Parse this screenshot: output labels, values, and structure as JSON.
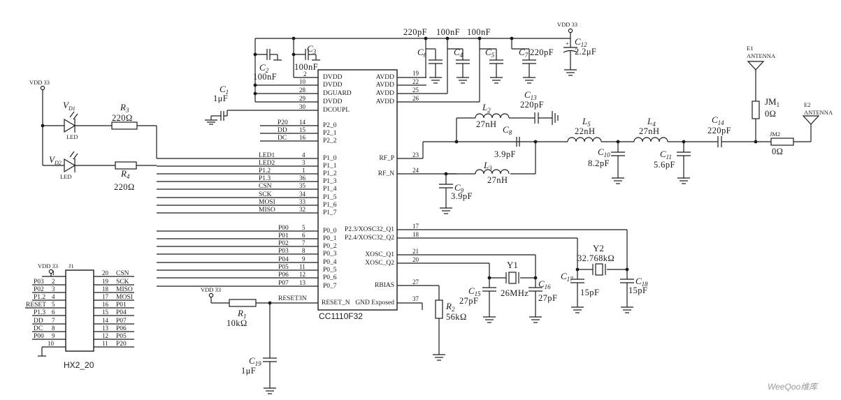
{
  "power": {
    "vdd_main": "VDD 33",
    "vdd_left": "VDD 33",
    "vdd_hdr": "VDD 33",
    "vdd_reset": "VDD 33"
  },
  "top_values": {
    "v1": "220pF",
    "v2": "100nF",
    "v3": "100nF"
  },
  "caps": {
    "c1": {
      "ref": "C",
      "sub": "1",
      "value": "1μF"
    },
    "c2": {
      "ref": "C",
      "sub": "2",
      "value": "100nF"
    },
    "c3": {
      "ref": "C",
      "sub": "3",
      "value": "100nF"
    },
    "c6": {
      "ref": "C",
      "sub": "6"
    },
    "c4": {
      "ref": "C",
      "sub": "4"
    },
    "c5": {
      "ref": "C",
      "sub": "5"
    },
    "c7": {
      "ref": "C",
      "sub": "7",
      "value": "220pF"
    },
    "c12": {
      "ref": "C",
      "sub": "12",
      "value": "2.2μF"
    },
    "c13": {
      "ref": "C",
      "sub": "13",
      "value": "220pF"
    },
    "c8": {
      "ref": "C",
      "sub": "8",
      "value": "3.9pF"
    },
    "c9": {
      "ref": "C",
      "sub": "9",
      "value": "3.9pF"
    },
    "c10": {
      "ref": "C",
      "sub": "10",
      "value": "8.2pF"
    },
    "c11": {
      "ref": "C",
      "sub": "11",
      "value": "5.6pF"
    },
    "c14": {
      "ref": "C",
      "sub": "14",
      "value": "220pF"
    },
    "c15": {
      "ref": "C",
      "sub": "15",
      "value": "27pF"
    },
    "c16": {
      "ref": "C",
      "sub": "16",
      "value": "27pF"
    },
    "c17": {
      "ref": "C",
      "sub": "17",
      "value": "15pF"
    },
    "c18": {
      "ref": "C",
      "sub": "18",
      "value": "15pF"
    },
    "c19": {
      "ref": "C",
      "sub": "19",
      "value": "1μF"
    }
  },
  "inductors": {
    "l2": {
      "ref": "L",
      "sub": "2",
      "value": "27nH"
    },
    "l3": {
      "ref": "L",
      "sub": "3",
      "value": "27nH"
    },
    "l5": {
      "ref": "L",
      "sub": "5",
      "value": "22nH"
    },
    "l4": {
      "ref": "L",
      "sub": "4",
      "value": "27nH"
    }
  },
  "resistors": {
    "r3": {
      "ref": "R",
      "sub": "3",
      "value": "220Ω"
    },
    "r4": {
      "ref": "R",
      "sub": "4",
      "value": "220Ω"
    },
    "r1": {
      "ref": "R",
      "sub": "1",
      "value": "10kΩ"
    },
    "r2": {
      "ref": "R",
      "sub": "2",
      "value": "56kΩ"
    }
  },
  "leds": {
    "d1": {
      "ref": "V",
      "sub": "D1",
      "type": "LED"
    },
    "d2": {
      "ref": "V",
      "sub": "D2",
      "type": "LED"
    }
  },
  "crystals": {
    "y1": {
      "ref": "Y1",
      "value": "26MHz"
    },
    "y2": {
      "ref": "Y2",
      "value": "32.768kΩ"
    }
  },
  "jumpers": {
    "jm1": {
      "ref": "JM",
      "sub": "1",
      "value": "0Ω"
    },
    "jm2": {
      "ref": "JM2",
      "value": "0Ω"
    }
  },
  "antennas": {
    "e1": {
      "ref": "E1",
      "label": "ANTENNA"
    },
    "e2": {
      "ref": "E2",
      "label": "ANTENNA"
    }
  },
  "chip": {
    "name": "CC1110F32",
    "left_pins": [
      {
        "num": "2",
        "name": "DVDD"
      },
      {
        "num": "10",
        "name": "DVDD"
      },
      {
        "num": "28",
        "name": "DGUARD"
      },
      {
        "num": "29",
        "name": "DVDD"
      },
      {
        "num": "30",
        "name": "DCOUPL"
      },
      {
        "num": "14",
        "name": "P2_0",
        "net": "P20"
      },
      {
        "num": "15",
        "name": "P2_1",
        "net": "DD"
      },
      {
        "num": "16",
        "name": "P2_2",
        "net": "DC"
      },
      {
        "num": "4",
        "name": "P1_0",
        "net": "LED1"
      },
      {
        "num": "3",
        "name": "P1_1",
        "net": "LED2"
      },
      {
        "num": "1",
        "name": "P1_2",
        "net": "P1.2"
      },
      {
        "num": "36",
        "name": "P1_3",
        "net": "P1.3"
      },
      {
        "num": "35",
        "name": "P1_4",
        "net": "CSN"
      },
      {
        "num": "34",
        "name": "P1_5",
        "net": "SCK"
      },
      {
        "num": "33",
        "name": "P1_6",
        "net": "MOSI"
      },
      {
        "num": "32",
        "name": "P1_7",
        "net": "MISO"
      },
      {
        "num": "5",
        "name": "P0_0",
        "net": "P00"
      },
      {
        "num": "6",
        "name": "P0_1",
        "net": "P01"
      },
      {
        "num": "7",
        "name": "P0_2",
        "net": "P02"
      },
      {
        "num": "8",
        "name": "P0_3",
        "net": "P03"
      },
      {
        "num": "9",
        "name": "P0_4",
        "net": "P04"
      },
      {
        "num": "11",
        "name": "P0_5",
        "net": "P05"
      },
      {
        "num": "12",
        "name": "P0_6",
        "net": "P06"
      },
      {
        "num": "13",
        "name": "P0_7",
        "net": "P07"
      },
      {
        "num": "",
        "name": "RESET_N",
        "net": "RESET3N"
      }
    ],
    "right_pins": [
      {
        "num": "19",
        "name": "AVDD"
      },
      {
        "num": "22",
        "name": "AVDD"
      },
      {
        "num": "25",
        "name": "AVDD"
      },
      {
        "num": "26",
        "name": "AVDD"
      },
      {
        "num": "23",
        "name": "RF_P"
      },
      {
        "num": "24",
        "name": "RF_N"
      },
      {
        "num": "17",
        "name": "P2.3/XOSC32_Q1"
      },
      {
        "num": "18",
        "name": "P2.4/XOSC32_Q2"
      },
      {
        "num": "21",
        "name": "XOSC_Q1"
      },
      {
        "num": "20",
        "name": "XOSC_Q2"
      },
      {
        "num": "27",
        "name": "RBIAS"
      },
      {
        "num": "37",
        "name": "GND Exposed"
      }
    ]
  },
  "header": {
    "ref": "J1",
    "name": "HX2_20",
    "left": [
      {
        "num": "1",
        "net": ""
      },
      {
        "num": "2",
        "net": "P03"
      },
      {
        "num": "3",
        "net": "P02"
      },
      {
        "num": "4",
        "net": "P1.2"
      },
      {
        "num": "5",
        "net": "RESET"
      },
      {
        "num": "6",
        "net": "P1.3"
      },
      {
        "num": "7",
        "net": "DD"
      },
      {
        "num": "8",
        "net": "DC"
      },
      {
        "num": "9",
        "net": "P00"
      },
      {
        "num": "10",
        "net": ""
      }
    ],
    "right": [
      {
        "num": "20",
        "net": "CSN"
      },
      {
        "num": "19",
        "net": "SCK"
      },
      {
        "num": "18",
        "net": "MISO"
      },
      {
        "num": "17",
        "net": "MOSI"
      },
      {
        "num": "16",
        "net": "P01"
      },
      {
        "num": "15",
        "net": "P04"
      },
      {
        "num": "14",
        "net": "P07"
      },
      {
        "num": "13",
        "net": "P06"
      },
      {
        "num": "12",
        "net": "P05"
      },
      {
        "num": "11",
        "net": "P20"
      }
    ]
  },
  "watermark": "WeeQoo维库"
}
